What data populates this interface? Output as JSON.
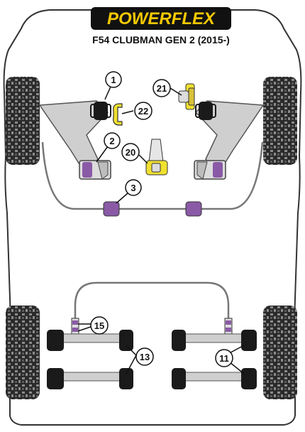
{
  "brand": {
    "logo_text": "POWERFLEX",
    "subtitle": "F54 CLUBMAN GEN 2 (2015-)",
    "logo_bg": "#111111",
    "logo_fg": "#f5c800"
  },
  "colors": {
    "body_outline": "#333333",
    "arm_fill": "#cfcfcf",
    "bush_black": "#1a1a1a",
    "bush_purple": "#8a5aa6",
    "bush_yellow": "#f0e030",
    "callout_fill": "#ffffff"
  },
  "callouts": {
    "c1": "1",
    "c2": "2",
    "c3": "3",
    "c11": "11",
    "c13": "13",
    "c15": "15",
    "c20": "20",
    "c21": "21",
    "c22": "22"
  }
}
